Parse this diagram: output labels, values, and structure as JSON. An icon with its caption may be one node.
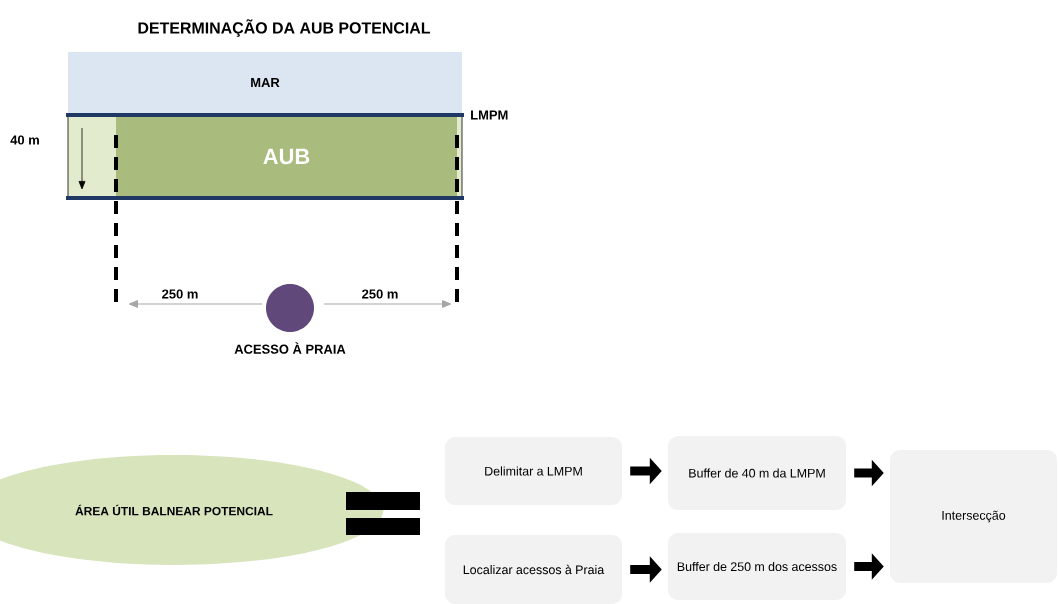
{
  "diagram": {
    "title": "DETERMINAÇÃO DA AUB POTENCIAL",
    "nodes": [
      {
        "text": [
          "MAR"
        ]
      },
      {
        "text": [
          "AUB"
        ]
      },
      {
        "text": [],
        "shape": "circle",
        "beside": [
          "ACESSO À PRAIA"
        ]
      },
      {
        "text": [
          "ÁREA ÚTIL BALNEAR POTENCIAL"
        ]
      },
      {
        "text": [
          "Delimitar a LMPM"
        ]
      },
      {
        "text": [
          "Buffer de 40 m da LMPM"
        ]
      },
      {
        "text": [
          "Localizar acessos à Praia"
        ]
      },
      {
        "text": [
          "Buffer de 250 m dos acessos"
        ]
      },
      {
        "text": [
          "Intersecção"
        ]
      }
    ],
    "edges": [
      {
        "from": 4,
        "to": 5,
        "arrow": "to"
      },
      {
        "from": 5,
        "to": 8,
        "arrow": "to"
      },
      {
        "from": 6,
        "to": 7,
        "arrow": "to"
      },
      {
        "from": 7,
        "to": 8,
        "arrow": "to"
      }
    ],
    "labels": [
      "LMPM",
      "40 m",
      "250 m",
      "250 m"
    ]
  }
}
